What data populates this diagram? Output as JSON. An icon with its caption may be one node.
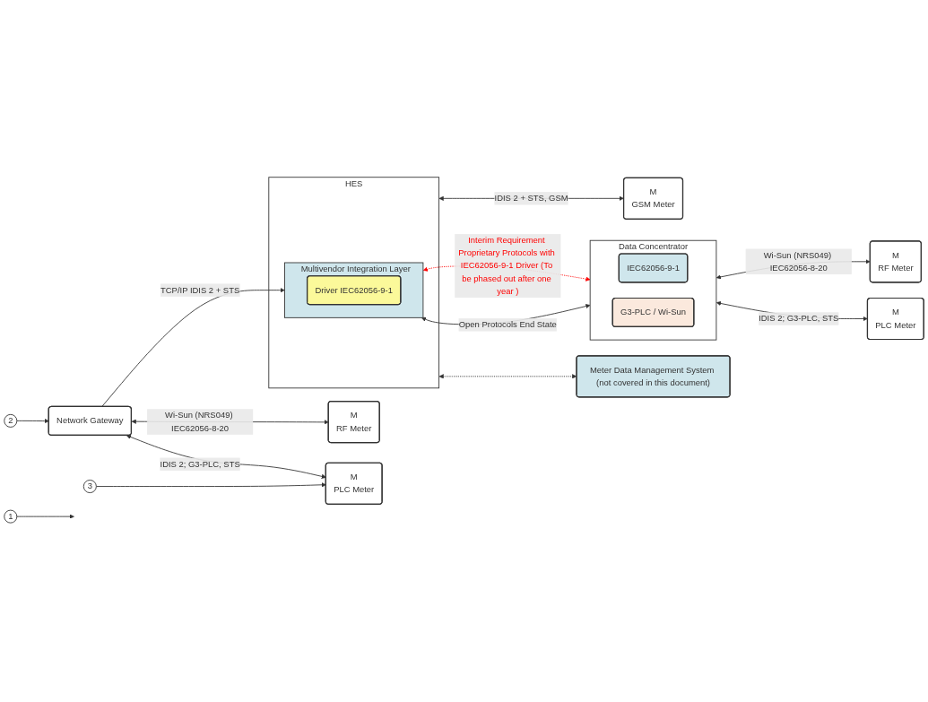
{
  "diagram": {
    "nodes": [
      {
        "text": [
          "Meter Data Management System (not covered in this document)"
        ]
      },
      {
        "text": [
          "HES"
        ]
      },
      {
        "text": [
          "Multivendor Integration Layer"
        ],
        "in": 1
      },
      {
        "text": [
          "Driver IEC62056-9-1"
        ],
        "in": 2
      },
      {
        "text": [
          "1"
        ]
      },
      {
        "text": [
          "2"
        ]
      },
      {
        "text": [
          "Network Gateway"
        ]
      },
      {
        "text": [
          "3"
        ]
      },
      {
        "text": [
          "M",
          "PLC Meter"
        ]
      },
      {
        "text": [
          "M",
          "RF Meter"
        ]
      },
      {
        "text": [
          "Data Concentrator"
        ]
      },
      {
        "text": [
          "IEC62056-9-1"
        ],
        "in": 10
      },
      {
        "text": [
          "G3-PLC / Wi-Sun"
        ],
        "in": 10
      },
      {
        "text": [
          "M",
          "PLC Meter"
        ]
      },
      {
        "text": [
          "M",
          "RF Meter"
        ]
      },
      {
        "text": [
          "M",
          "GSM Meter"
        ]
      }
    ],
    "edges": [
      {
        "from": 4,
        "to": null,
        "arrow": "to"
      },
      {
        "from": 5,
        "to": 6,
        "arrow": "to"
      },
      {
        "from": 7,
        "to": 8,
        "arrow": "to"
      },
      {
        "from": 1,
        "to": 0,
        "arrow": "both",
        "style": "dashed"
      },
      {
        "from": 6,
        "to": 2,
        "arrow": "to",
        "label": "TCP/IP IDIS 2 + STS"
      },
      {
        "from": 6,
        "to": 8,
        "arrow": "both",
        "label": "IDIS 2; G3-PLC, STS"
      },
      {
        "from": 6,
        "to": 9,
        "arrow": "both",
        "label": "Wi-Sun (NRS049) IEC62056-8-20"
      },
      {
        "from": 2,
        "to": 10,
        "arrow": "both",
        "label": "Open Protocols End State"
      },
      {
        "from": 2,
        "to": 10,
        "arrow": "both",
        "style": "dashed",
        "color": "#ff0000",
        "label": "Interim Requirement Proprietary Protocols with IEC62056-9-1 Driver (To be phased out after one year )"
      },
      {
        "from": 10,
        "to": 13,
        "arrow": "both",
        "label": "IDIS 2; G3-PLC, STS"
      },
      {
        "from": 10,
        "to": 14,
        "arrow": "both",
        "label": "Wi-Sun (NRS049) IEC62056-8-20"
      },
      {
        "from": 1,
        "to": 15,
        "arrow": "both",
        "label": "IDIS 2 + STS, GSM"
      }
    ]
  }
}
